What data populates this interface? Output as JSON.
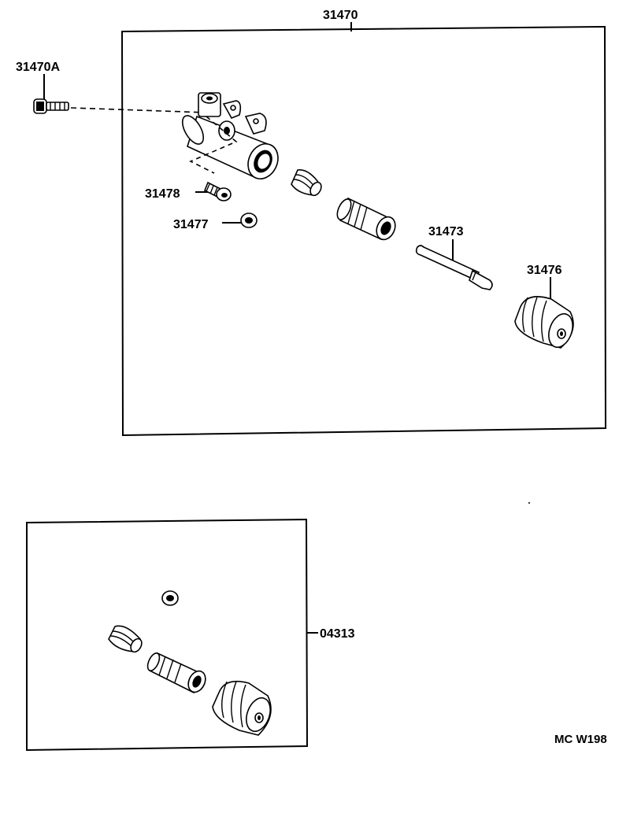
{
  "labels": {
    "assembly": "31470",
    "bolt": "31470A",
    "bleeder": "31478",
    "cap": "31477",
    "pushrod": "31473",
    "boot": "31476",
    "kit": "04313",
    "code": "MC W198"
  }
}
